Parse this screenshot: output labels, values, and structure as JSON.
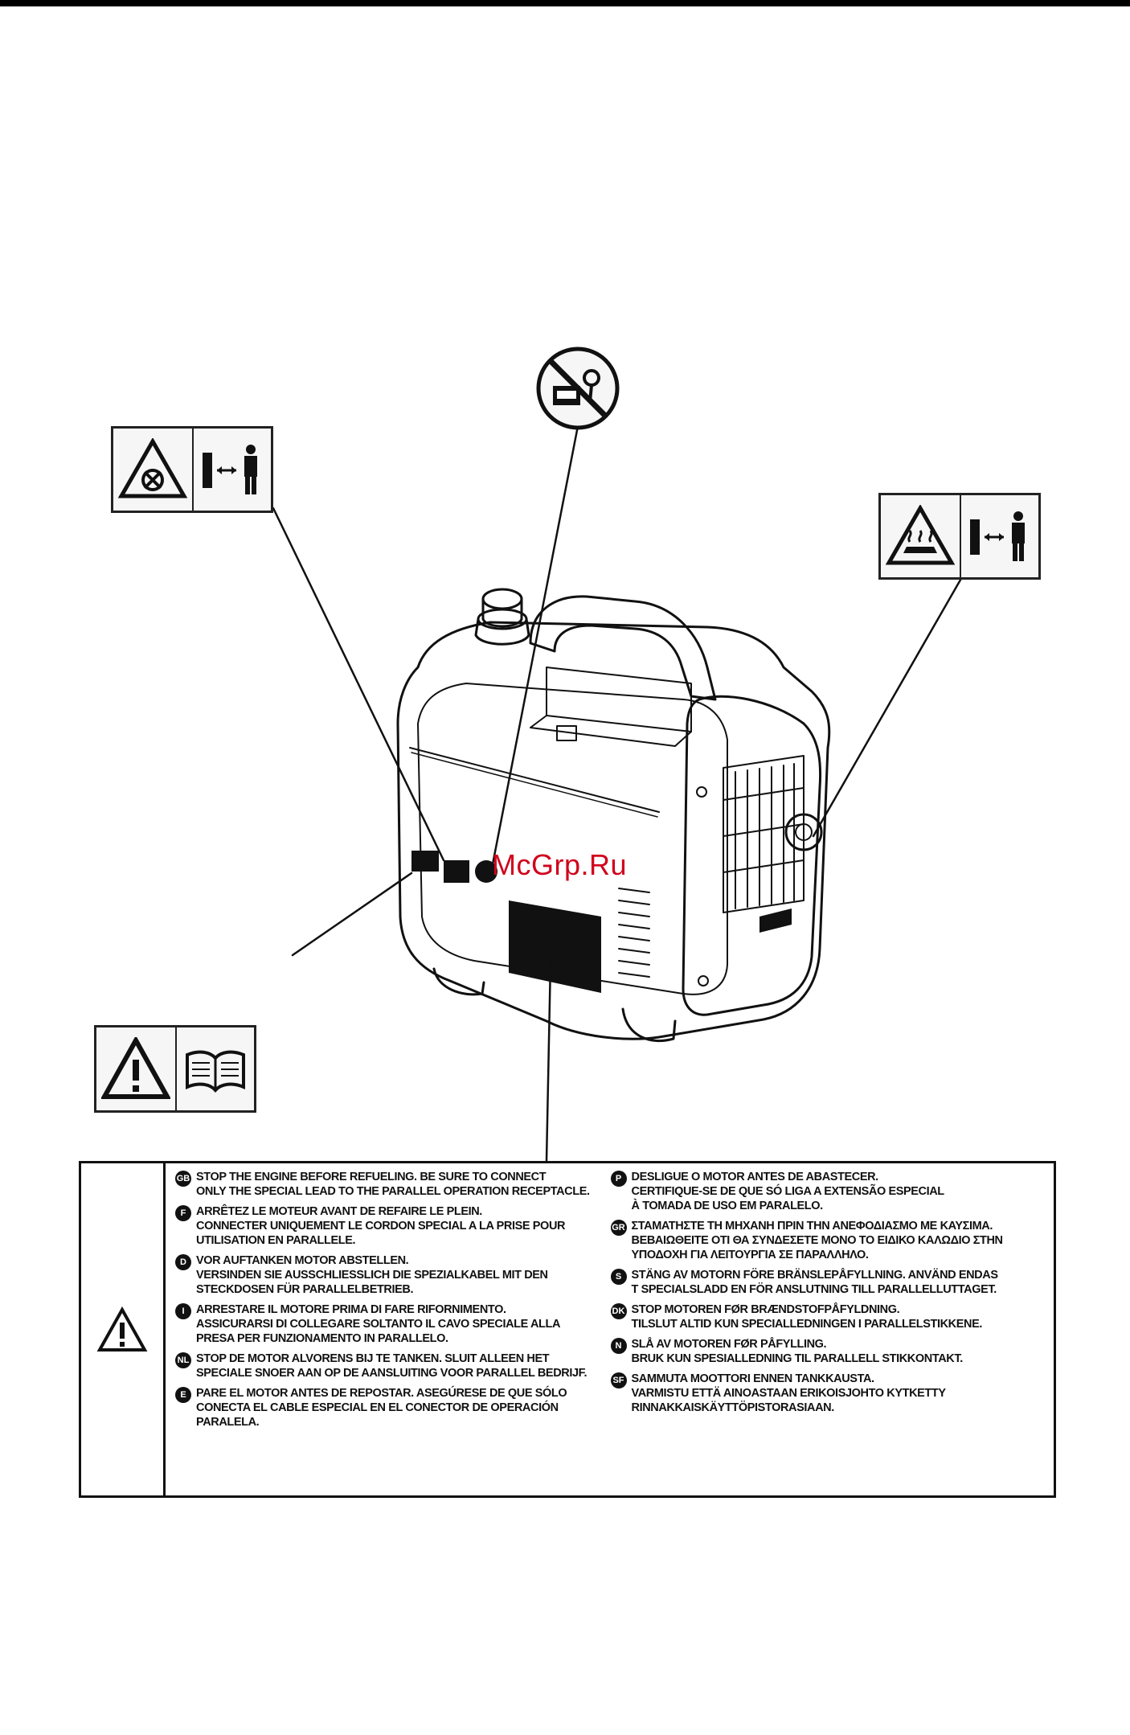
{
  "watermark": "McGrp.Ru",
  "labels": {
    "caution_left": {
      "icon_left": "fan-hazard-icon",
      "icon_right": "keep-distance-icon"
    },
    "no_refuel": {
      "icon": "no-refuel-while-running-icon"
    },
    "caution_right": {
      "icon_left": "hot-surface-hazard-icon",
      "icon_right": "keep-distance-icon"
    },
    "read_manual": {
      "icon_left": "warning-triangle-icon",
      "icon_right": "open-book-icon"
    }
  },
  "warning_label": {
    "left_column": [
      {
        "code": "GB",
        "text": "STOP THE ENGINE BEFORE REFUELING. BE SURE TO CONNECT\nONLY THE SPECIAL LEAD TO THE PARALLEL OPERATION RECEPTACLE."
      },
      {
        "code": "F",
        "text": "ARRÊTEZ LE MOTEUR AVANT DE REFAIRE LE PLEIN.\nCONNECTER UNIQUEMENT LE CORDON SPECIAL A LA PRISE POUR\nUTILISATION EN PARALLELE."
      },
      {
        "code": "D",
        "text": "VOR AUFTANKEN MOTOR ABSTELLEN.\nVERSINDEN SIE AUSSCHLIESSLICH DIE SPEZIALKABEL MIT DEN\nSTECKDOSEN FÜR PARALLELBETRIEB."
      },
      {
        "code": "I",
        "text": "ARRESTARE IL MOTORE PRIMA DI FARE RIFORNIMENTO.\nASSICURARSI DI COLLEGARE SOLTANTO IL CAVO SPECIALE ALLA\nPRESA PER FUNZIONAMENTO IN PARALLELO."
      },
      {
        "code": "NL",
        "text": "STOP DE MOTOR ALVORENS BIJ TE TANKEN. SLUIT ALLEEN HET\nSPECIALE SNOER AAN OP DE AANSLUITING VOOR PARALLEL BEDRIJF."
      },
      {
        "code": "E",
        "text": "PARE EL MOTOR ANTES DE REPOSTAR. ASEGÚRESE DE QUE SÓLO\nCONECTA EL CABLE ESPECIAL EN EL CONECTOR DE OPERACIÓN PARALELA."
      }
    ],
    "right_column": [
      {
        "code": "P",
        "text": "DESLIGUE O MOTOR ANTES DE ABASTECER.\nCERTIFIQUE-SE DE QUE SÓ LIGA A EXTENSÃO ESPECIAL\nÀ TOMADA DE USO EM PARALELO."
      },
      {
        "code": "GR",
        "text": "ΣΤΑΜΑΤΗΣΤΕ ΤΗ ΜΗΧΑΝΗ ΠΡΙΝ ΤΗΝ ΑΝΕΦΟΔΙΑΣΜΟ ΜΕ ΚΑΥΣΙΜΑ.\nΒΕΒΑΙΩΘΕΙΤΕ ΟΤΙ ΘΑ ΣΥΝΔΕΣΕΤΕ ΜΟΝΟ ΤΟ ΕΙΔΙΚΟ ΚΑΛΩΔΙΟ ΣΤΗΝ\nΥΠΟΔΟΧΗ ΓΙΑ ΛΕΙΤΟΥΡΓΙΑ ΣΕ ΠΑΡΑΛΛΗΛΟ."
      },
      {
        "code": "S",
        "text": "STÄNG AV MOTORN FÖRE BRÄNSLEPÅFYLLNING. ANVÄND ENDAS\nT SPECIALSLADD EN FÖR ANSLUTNING TILL PARALLELLUTTAGET."
      },
      {
        "code": "DK",
        "text": "STOP MOTOREN FØR BRÆNDSTOFPÅFYLDNING.\nTILSLUT ALTID KUN SPECIALLEDNINGEN I PARALLELSTIKKENE."
      },
      {
        "code": "N",
        "text": "SLÅ AV MOTOREN FØR PÅFYLLING.\nBRUK KUN SPESIALLEDNING TIL PARALLELL STIKKONTAKT."
      },
      {
        "code": "SF",
        "text": "SAMMUTA MOOTTORI ENNEN TANKKAUSTA.\nVARMISTU ETTÄ AINOASTAAN ERIKOISJOHTO KYTKETTY\nRINNAKKAISKÄYTTÖPISTORASIAAN."
      }
    ]
  }
}
